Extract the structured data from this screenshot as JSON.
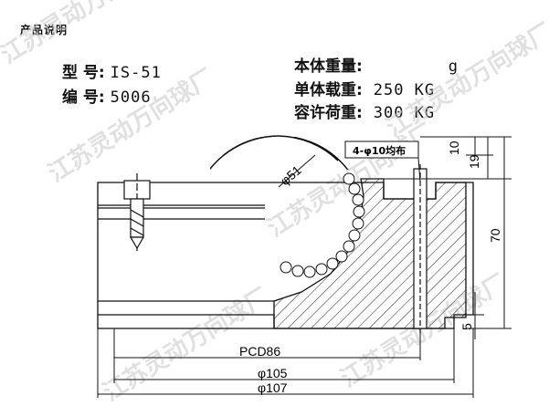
{
  "header": {
    "title": "产品说明"
  },
  "specs": {
    "model_label": "型   号:",
    "model_value": "IS-51",
    "code_label": "编   号:",
    "code_value": "5006",
    "weight_label": "本体重量:",
    "weight_value": "g",
    "single_load_label": "单体载重:",
    "single_load_value": "250  KG",
    "allow_load_label": "容许荷重:",
    "allow_load_value": "300  KG"
  },
  "drawing": {
    "ball_dia": "φ51",
    "holes_note": "4-φ10均布",
    "dim_10": "10",
    "dim_19": "19",
    "dim_70": "70",
    "dim_5": "5",
    "pcd": "PCD86",
    "dia_105": "φ105",
    "dia_107": "φ107"
  },
  "watermark": {
    "text": "江苏灵动万向球厂"
  }
}
